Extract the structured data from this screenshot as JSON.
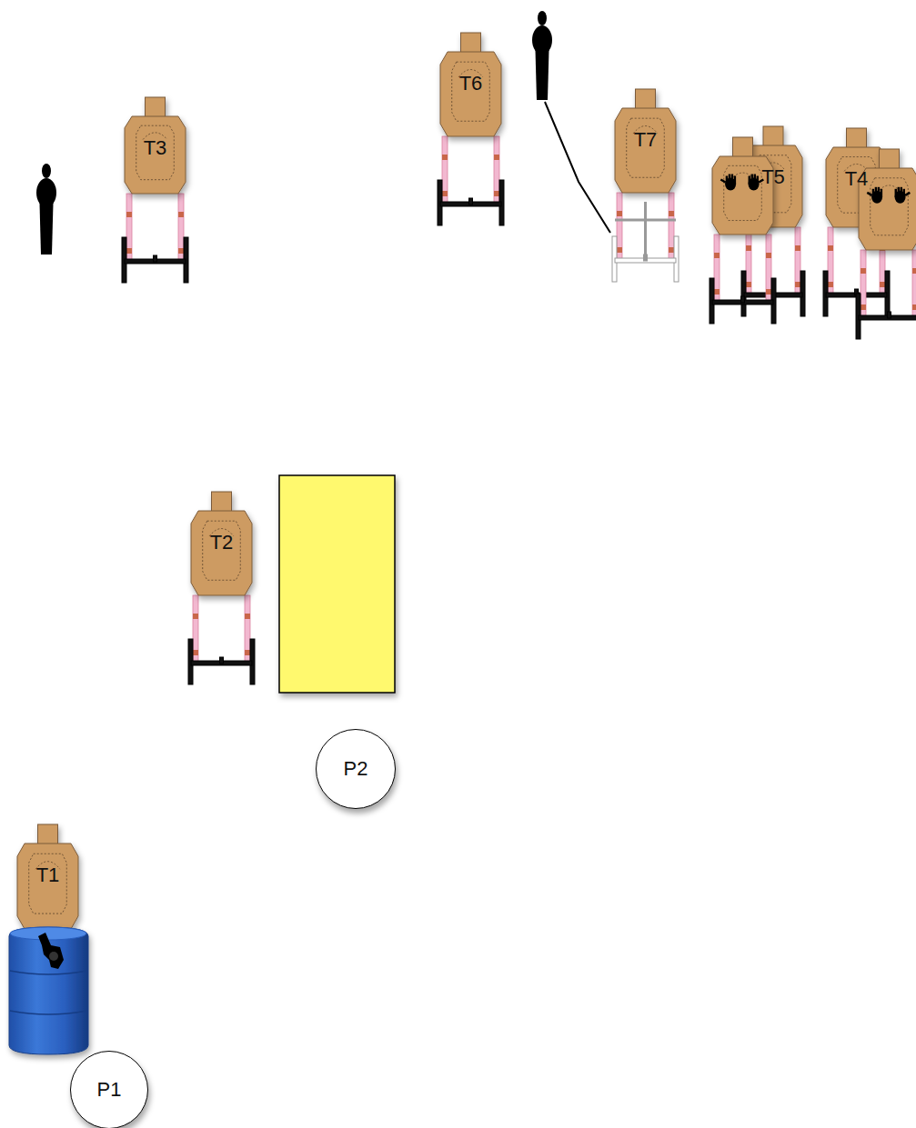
{
  "diagram": {
    "nodes": [
      {
        "text": [
          "T3"
        ]
      },
      {
        "text": [
          "T6"
        ]
      },
      {
        "text": [
          "T7"
        ]
      },
      {
        "text": [
          "T5"
        ]
      },
      {
        "text": [
          "T4"
        ]
      },
      {
        "text": [
          "T2"
        ]
      },
      {
        "text": [
          "P2"
        ]
      },
      {
        "text": [
          "T1"
        ]
      },
      {
        "text": [
          "P1"
        ]
      }
    ]
  }
}
